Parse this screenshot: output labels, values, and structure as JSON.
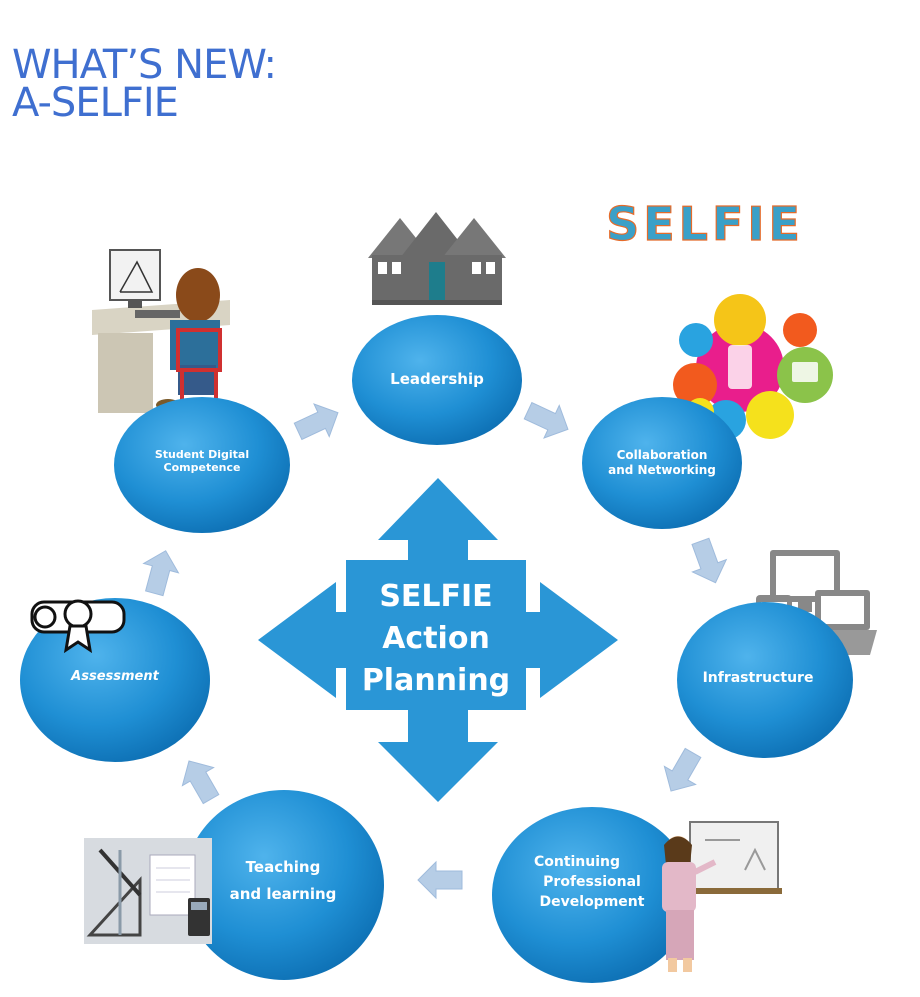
{
  "title": {
    "line1": "WHAT’S NEW:",
    "line2": "A-SELFIE"
  },
  "logo": {
    "text": "SELFIE"
  },
  "center": {
    "line1": "SELFIE",
    "line2": "Action",
    "line3": "Planning"
  },
  "nodes": {
    "leadership": {
      "line1": "Leadership"
    },
    "collaboration": {
      "line1": "Collaboration",
      "line2": "and Networking"
    },
    "infrastructure": {
      "line1": "Infrastructure"
    },
    "cpd": {
      "line1": "Continuing",
      "line2": "Professional",
      "line3": "Development"
    },
    "teaching": {
      "line1": "Teaching",
      "line2": "and learning"
    },
    "assessment": {
      "line1": "Assessment"
    },
    "student": {
      "line1": "Student Digital",
      "line2": "Competence"
    }
  },
  "colors": {
    "title": "#3f6fd0",
    "node": "#1f8fd4",
    "node_dark": "#0d6fb3",
    "center": "#2a96d6",
    "connector": "#b6cde6"
  }
}
